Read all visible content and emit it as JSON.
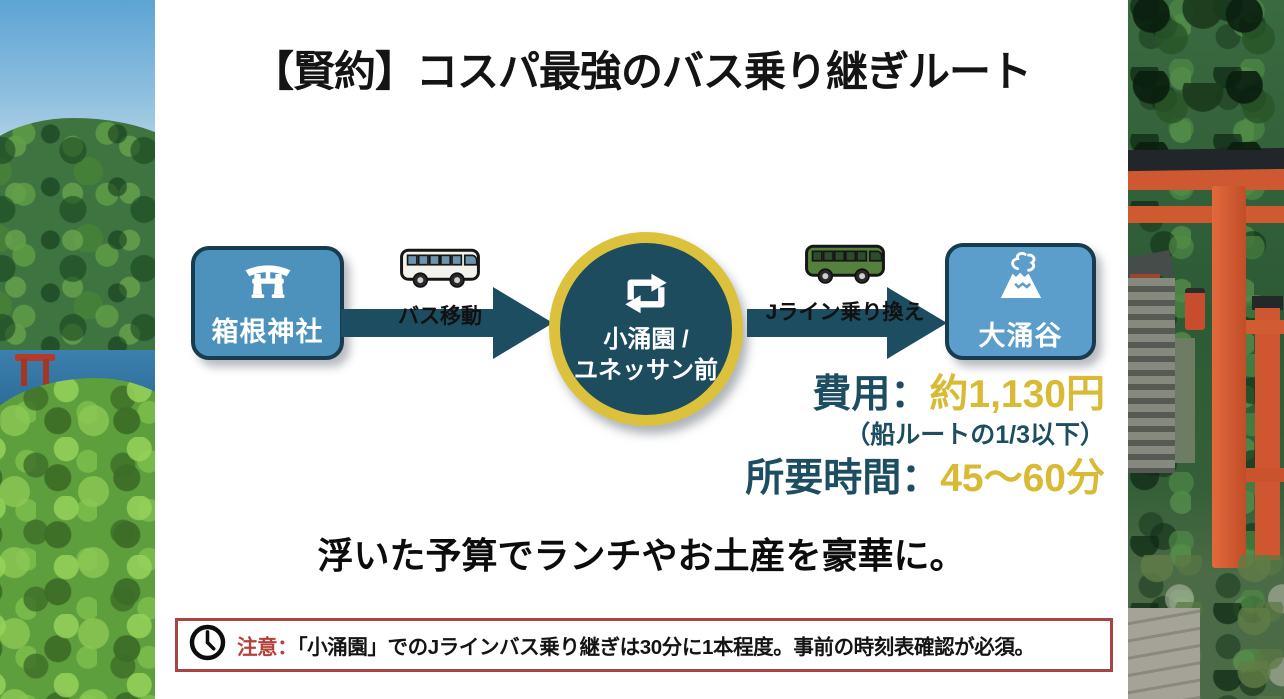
{
  "slide": {
    "title": "【賢約】コスパ最強のバス乗り継ぎルート",
    "flow": {
      "start": {
        "label": "箱根神社",
        "icon": "torii-icon"
      },
      "leg1": {
        "label": "バス移動",
        "icon": "bus-icon"
      },
      "hub": {
        "label_line1": "小涌園 /",
        "label_line2": "ユネッサン前",
        "icon": "transfer-icon"
      },
      "leg2": {
        "label": "Jライン乗り換え",
        "icon": "bus-icon"
      },
      "end": {
        "label": "大涌谷",
        "icon": "volcano-icon"
      }
    },
    "stats": {
      "cost_label": "費用：",
      "cost_value": "約1,130円",
      "cost_note": "（船ルートの1/3以下）",
      "time_label": "所要時間：",
      "time_value": "45〜60分"
    },
    "message": "浮いた予算でランチやお土産を豪華に。",
    "notice": {
      "icon": "clock-icon",
      "prefix": "注意：",
      "text": "「小涌園」でのJラインバス乗り継ぎは30分に1本程度。事前の時刻表確認が必須。"
    },
    "colors": {
      "accent_gold": "#d9ba35",
      "dark_teal": "#1d4d61",
      "node_blue": "#4d92bd",
      "node_blue_light": "#5b9ecb",
      "ring_gold": "#dcc23c",
      "arrow": "#1d4d61",
      "notice_red": "#b5413c",
      "bus_green": "#55813e"
    }
  }
}
